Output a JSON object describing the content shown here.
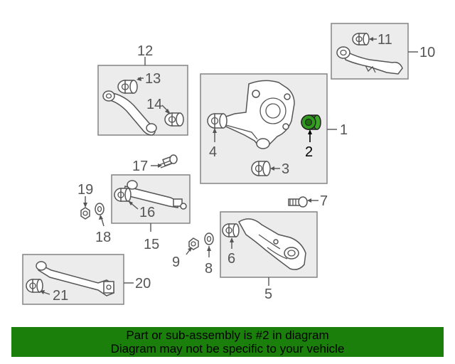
{
  "callouts": {
    "n1": "1",
    "n2": "2",
    "n3": "3",
    "n4": "4",
    "n5": "5",
    "n6": "6",
    "n7": "7",
    "n8": "8",
    "n9": "9",
    "n10": "10",
    "n11": "11",
    "n12": "12",
    "n13": "13",
    "n14": "14",
    "n15": "15",
    "n16": "16",
    "n17": "17",
    "n18": "18",
    "n19": "19",
    "n20": "20",
    "n21": "21"
  },
  "banner": {
    "line1": "Part or sub-assembly is #2 in diagram",
    "line2": "Diagram may not be specific to your vehicle"
  },
  "colors": {
    "banner_bg": "#1b800b",
    "highlight_part": "#2f9a1c",
    "panel_fill": "#ececec",
    "line_gray": "#555555"
  }
}
